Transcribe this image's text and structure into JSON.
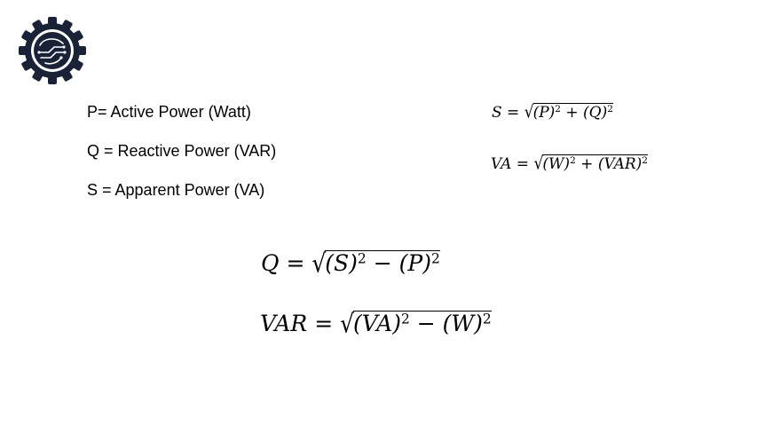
{
  "definitions": [
    {
      "text": "P= Active Power (Watt)"
    },
    {
      "text": "Q = Reactive Power (VAR)"
    },
    {
      "text": "S = Apparent Power (VA)"
    }
  ],
  "equations": {
    "s": {
      "lhs": "S",
      "eq": " = ",
      "t1": "(P)",
      "exp1": "2",
      "op": " + ",
      "t2": "(Q)",
      "exp2": "2"
    },
    "va": {
      "lhs": "VA",
      "eq": " = ",
      "t1": "(W)",
      "exp1": "2",
      "op": " + ",
      "t2": "(VAR)",
      "exp2": "2"
    },
    "q": {
      "lhs": "Q",
      "eq": " = ",
      "t1": "(S)",
      "exp1": "2",
      "op": " − ",
      "t2": "(P)",
      "exp2": "2"
    },
    "var": {
      "lhs": "VAR",
      "eq": " = ",
      "t1": "(VA)",
      "exp1": "2",
      "op": " − ",
      "t2": "(W)",
      "exp2": "2"
    }
  },
  "logo": {
    "color": "#1a2238"
  }
}
